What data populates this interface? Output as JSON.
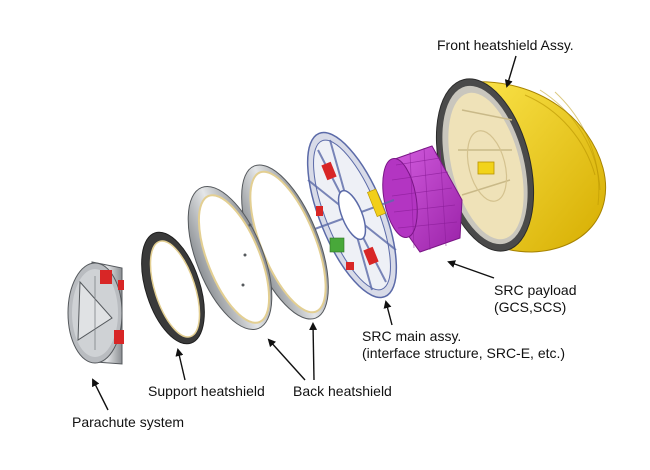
{
  "labels": {
    "front_heatshield": "Front heatshield Assy.",
    "src_payload_line1": "SRC payload",
    "src_payload_line2": "(GCS,SCS)",
    "src_main_line1": "SRC main assy.",
    "src_main_line2": "(interface structure, SRC-E, etc.)",
    "support_heatshield": "Support heatshield",
    "back_heatshield": "Back heatshield",
    "parachute_system": "Parachute system"
  },
  "colors": {
    "front_heatshield": "#f2cf1a",
    "payload": "#c23fcf",
    "metal": "#b9bcc0",
    "dark_ring": "#3a3a3a",
    "red_parts": "#d82626",
    "blue_frame": "#5b6aa8",
    "green_part": "#48a83a",
    "cream": "#efe2b8"
  }
}
